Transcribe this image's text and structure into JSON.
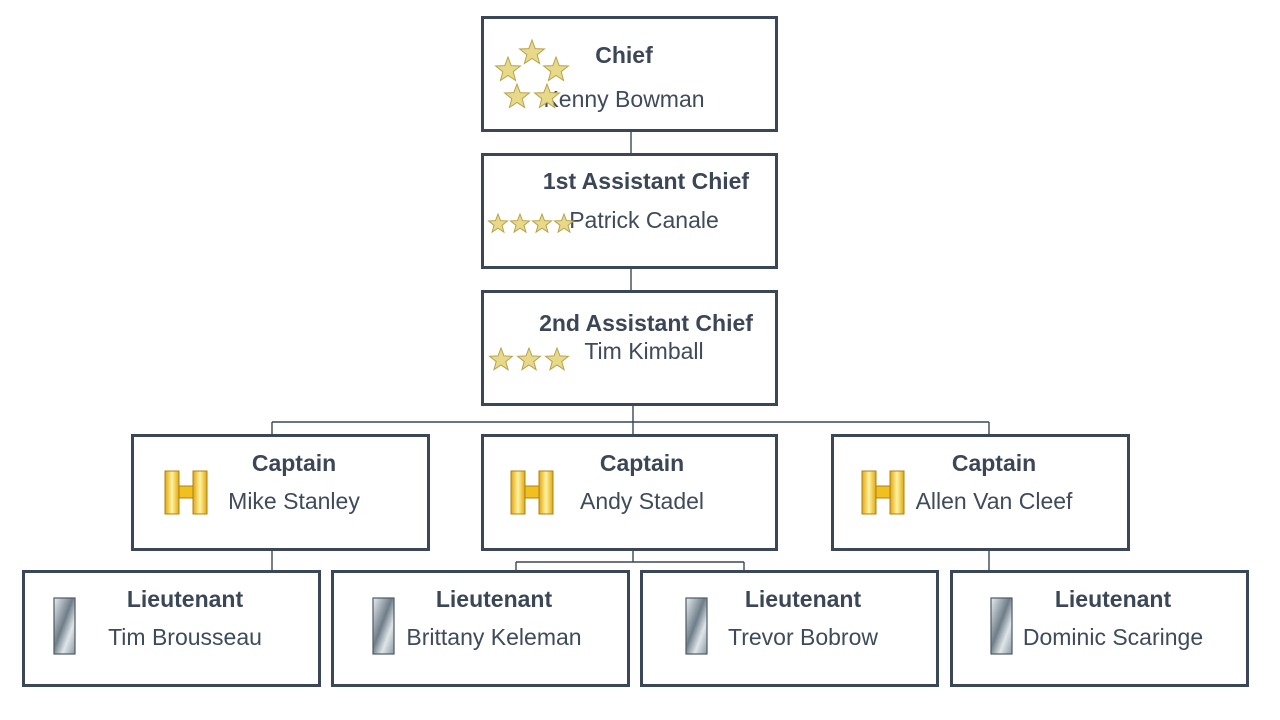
{
  "colors": {
    "border": "#3b4656",
    "connector": "#3b4656",
    "text": "#3f4a5a",
    "star_fill": "#e8d98a",
    "star_stroke": "#b8a24a",
    "captain_gold": "#f0c020",
    "lieutenant_silver": "#b9c3cc"
  },
  "nodes": [
    {
      "id": "chief",
      "rank": "Chief",
      "name": "Kenny Bowman",
      "insignia": "five-star-insignia-icon",
      "stars": 5
    },
    {
      "id": "first-assistant-chief",
      "rank": "1st Assistant Chief",
      "name": "Patrick Canale",
      "insignia": "four-star-insignia-icon",
      "stars": 4
    },
    {
      "id": "second-assistant-chief",
      "rank": "2nd Assistant Chief",
      "name": "Tim Kimball",
      "insignia": "three-star-insignia-icon",
      "stars": 3
    },
    {
      "id": "captain-stanley",
      "rank": "Captain",
      "name": "Mike Stanley",
      "insignia": "captain-bars-icon"
    },
    {
      "id": "captain-stadel",
      "rank": "Captain",
      "name": "Andy Stadel",
      "insignia": "captain-bars-icon"
    },
    {
      "id": "captain-van-cleef",
      "rank": "Captain",
      "name": "Allen Van Cleef",
      "insignia": "captain-bars-icon"
    },
    {
      "id": "lieutenant-brousseau",
      "rank": "Lieutenant",
      "name": "Tim Brousseau",
      "insignia": "lieutenant-bar-icon"
    },
    {
      "id": "lieutenant-keleman",
      "rank": "Lieutenant",
      "name": "Brittany Keleman",
      "insignia": "lieutenant-bar-icon"
    },
    {
      "id": "lieutenant-bobrow",
      "rank": "Lieutenant",
      "name": "Trevor Bobrow",
      "insignia": "lieutenant-bar-icon"
    },
    {
      "id": "lieutenant-scaringe",
      "rank": "Lieutenant",
      "name": "Dominic Scaringe",
      "insignia": "lieutenant-bar-icon"
    }
  ],
  "edges": [
    [
      "chief",
      "first-assistant-chief"
    ],
    [
      "first-assistant-chief",
      "second-assistant-chief"
    ],
    [
      "second-assistant-chief",
      "captain-stanley"
    ],
    [
      "second-assistant-chief",
      "captain-stadel"
    ],
    [
      "second-assistant-chief",
      "captain-van-cleef"
    ],
    [
      "captain-stanley",
      "lieutenant-brousseau"
    ],
    [
      "captain-stadel",
      "lieutenant-keleman"
    ],
    [
      "captain-stadel",
      "lieutenant-bobrow"
    ],
    [
      "captain-van-cleef",
      "lieutenant-scaringe"
    ]
  ]
}
